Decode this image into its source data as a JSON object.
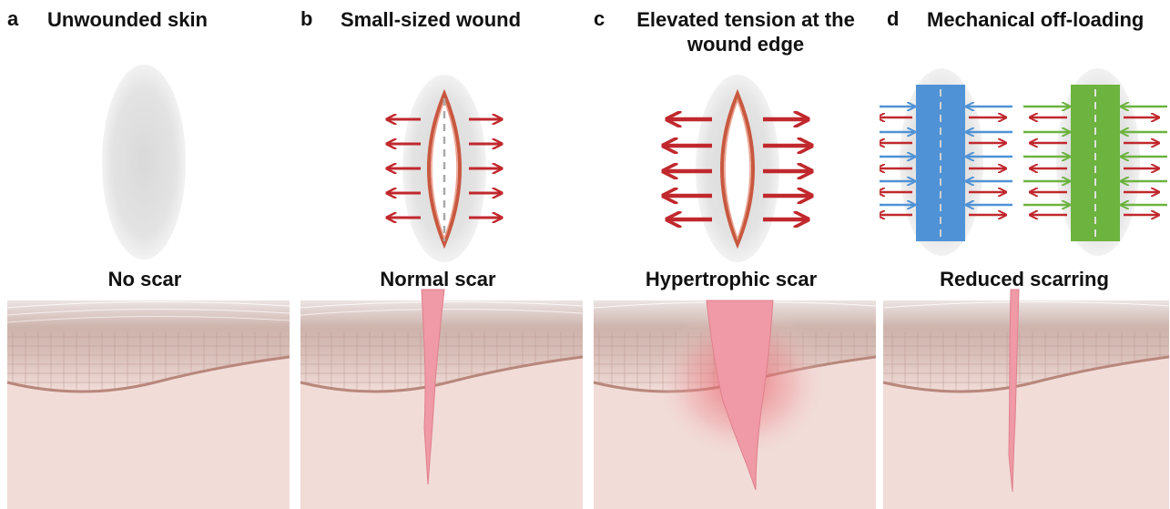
{
  "panels": [
    {
      "letter": "a",
      "title": "Unwounded skin",
      "caption": "No scar"
    },
    {
      "letter": "b",
      "title": "Small-sized wound",
      "caption": "Normal scar"
    },
    {
      "letter": "c",
      "title": "Elevated tension at the wound edge",
      "caption": "Hypertrophic scar"
    },
    {
      "letter": "d",
      "title": "Mechanical off-loading",
      "caption": "Reduced scarring"
    }
  ],
  "colors": {
    "arrow_red": "#c0282d",
    "offload_blue": "#4f93d6",
    "offload_green": "#6cb33f",
    "skin_base": "#f2ddd9",
    "scar_pink": "#ef9aa6",
    "wound_outline": "#c8583f"
  }
}
